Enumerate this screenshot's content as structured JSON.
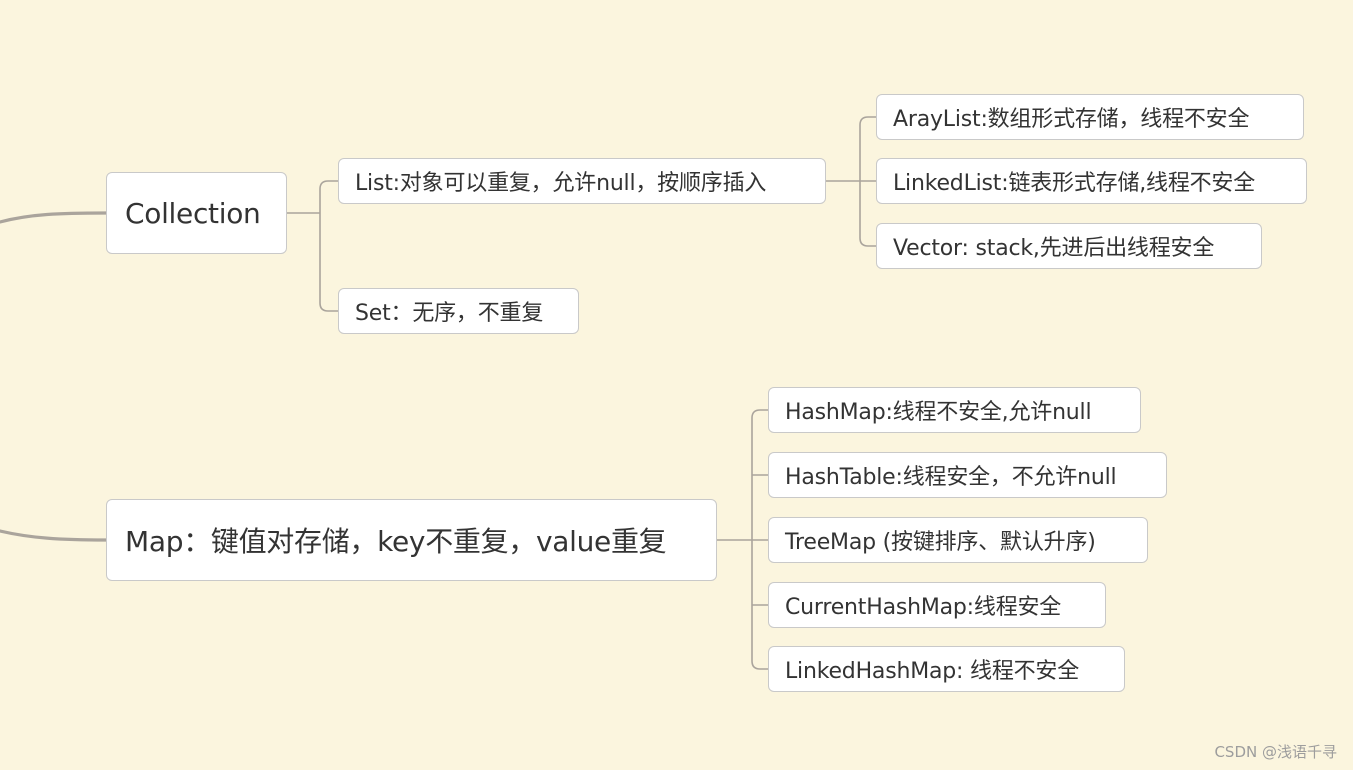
{
  "mindmap": {
    "collection": {
      "label": "Collection",
      "list": {
        "label": "List:对象可以重复，允许null，按顺序插入",
        "children": [
          "ArayList:数组形式存储，线程不安全",
          "LinkedList:链表形式存储,线程不安全",
          "Vector: stack,先进后出线程安全"
        ]
      },
      "set": {
        "label": "Set：无序，不重复"
      }
    },
    "map": {
      "label": "Map：键值对存储，key不重复，value重复",
      "children": [
        "HashMap:线程不安全,允许null",
        "HashTable:线程安全，不允许null",
        "TreeMap (按键排序、默认升序)",
        "CurrentHashMap:线程安全",
        "LinkedHashMap: 线程不安全"
      ]
    }
  },
  "watermark": "CSDN @浅语千寻",
  "colors": {
    "background": "#fbf5de",
    "node_fill": "#ffffff",
    "node_border": "#c9c9c9",
    "connector": "#a9a39b",
    "text": "#333333"
  }
}
